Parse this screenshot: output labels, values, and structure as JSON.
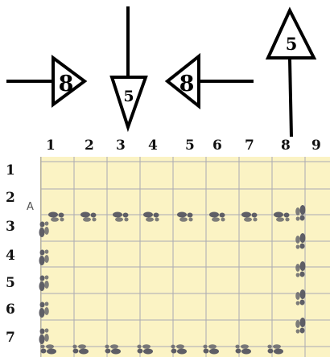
{
  "arrows": [
    {
      "number": "8",
      "points": "right"
    },
    {
      "number": "5",
      "points": "down"
    },
    {
      "number": "8",
      "points": "left"
    },
    {
      "number": "5",
      "points": "up"
    }
  ],
  "columns": [
    "1",
    "2",
    "3",
    "4",
    "5",
    "6",
    "7",
    "8",
    "9"
  ],
  "rows": [
    "1",
    "2",
    "3",
    "4",
    "5",
    "6",
    "7"
  ],
  "start_point": "A",
  "colors": {
    "grid_background": "#fbf3c4",
    "grid_line": "#a9aab3",
    "footprint": "#5e5e66"
  }
}
